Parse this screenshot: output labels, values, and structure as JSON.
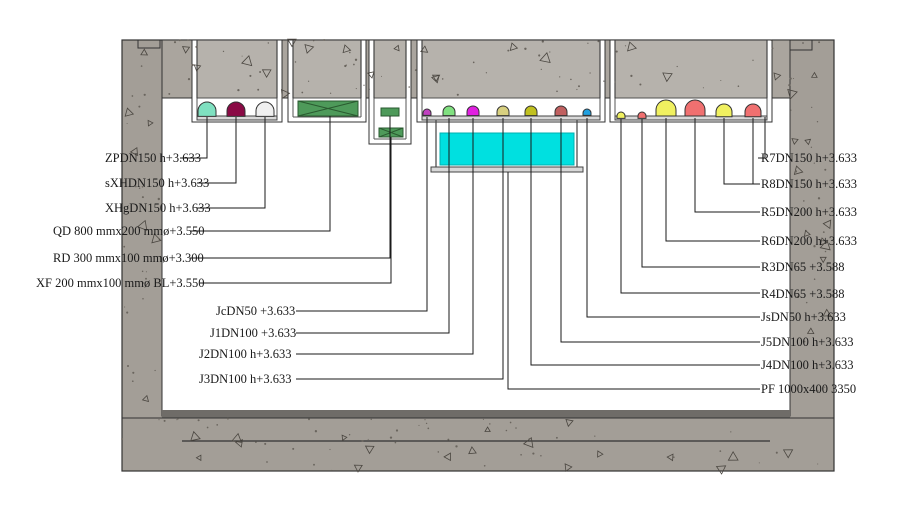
{
  "colors": {
    "wall": "#a39e97",
    "duct_fill": "#00e0e0",
    "hatched_box": "#4e9a5a",
    "pipe_outline": "#333333"
  },
  "left_labels": [
    {
      "text": "ZPDN150  h+3.633"
    },
    {
      "text": "sXHDN150 h+3.633"
    },
    {
      "text": "XHgDN150 h+3.633"
    },
    {
      "text": "QD 800 mmx200 mmø+3.550"
    },
    {
      "text": "RD 300 mmx100 mmø+3.300"
    },
    {
      "text": "XF 200 mmx100 mmø BL+3.550"
    }
  ],
  "middle_labels": [
    {
      "text": "JcDN50 +3.633"
    },
    {
      "text": "J1DN100 +3.633"
    },
    {
      "text": "J2DN100  h+3.633"
    },
    {
      "text": "J3DN100  h+3.633"
    }
  ],
  "right_labels": [
    {
      "text": "R7DN150  h+3.633"
    },
    {
      "text": "R8DN150  h+3.633"
    },
    {
      "text": "R5DN200  h+3.633"
    },
    {
      "text": "R6DN200  h+3.633"
    },
    {
      "text": "R3DN65 +3.588"
    },
    {
      "text": "R4DN65 +3.588"
    },
    {
      "text": "JsDN50  h+3.633"
    },
    {
      "text": "J5DN100  h+3.633"
    },
    {
      "text": "J4DN100  h+3.633"
    },
    {
      "text": "PF 1000x400 3350"
    }
  ],
  "pipes_group_1": [
    {
      "name": "ZP",
      "color": "#7fe0c0"
    },
    {
      "name": "sXH",
      "color": "#8a0a45"
    },
    {
      "name": "XHg",
      "color": "#f0f0f0"
    }
  ],
  "pipes_group_2": [
    {
      "name": "Jc",
      "color": "#c040c0"
    },
    {
      "name": "J1",
      "color": "#80e080"
    },
    {
      "name": "J2",
      "color": "#e020e0"
    },
    {
      "name": "J3",
      "color": "#d8d080"
    },
    {
      "name": "J4",
      "color": "#c0c020"
    },
    {
      "name": "J5",
      "color": "#c06060"
    },
    {
      "name": "Js",
      "color": "#20a0e0"
    }
  ],
  "pipes_group_3": [
    {
      "name": "R4",
      "color": "#f0f060"
    },
    {
      "name": "R3",
      "color": "#f07070"
    },
    {
      "name": "R6",
      "color": "#f0f060"
    },
    {
      "name": "R5",
      "color": "#f07070"
    },
    {
      "name": "R8",
      "color": "#f0f060"
    },
    {
      "name": "R7",
      "color": "#f07070"
    }
  ]
}
